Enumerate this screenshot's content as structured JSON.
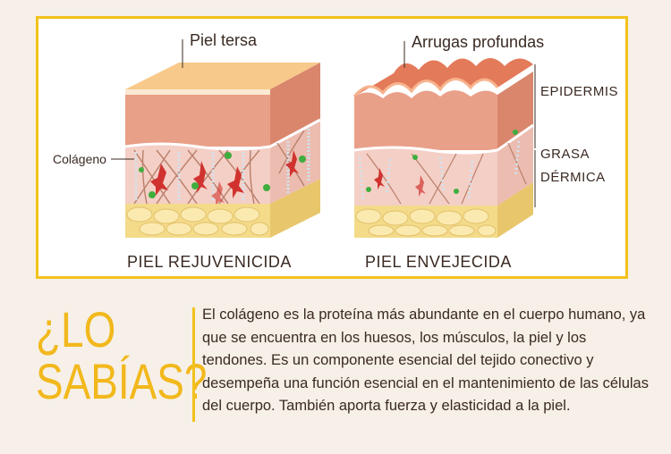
{
  "labels": {
    "smooth_skin": "Piel tersa",
    "deep_wrinkles": "Arrugas profundas",
    "collagen": "Colágeno",
    "epidermis": "EPIDERMIS",
    "fat": "GRASA",
    "dermal": "DÉRMICA",
    "rejuvenated": "PIEL REJUVENICIDA",
    "aged": "PIEL ENVEJECIDA"
  },
  "headline": {
    "line1": "¿LO",
    "line2": "SABÍAS?"
  },
  "body": {
    "text": "El colágeno es la proteína más abundante en el cuerpo humano, ya que se encuentra en los huesos, los músculos, la piel y los tendones. Es un componente esencial del tejido conectivo y desempeña una función esencial en el mantenimiento de las células del cuerpo. También aporta fuerza y elasticidad a la piel."
  },
  "colors": {
    "accent": "#f2c21b",
    "epidermis_top": "#f7c98a",
    "epidermis_side": "#e89a82",
    "dermis": "#f3c9c0",
    "fat": "#f3db8a",
    "collagen_fiber": "#b9806b",
    "cell_red": "#d0332f",
    "cell_green": "#3fae3f"
  }
}
